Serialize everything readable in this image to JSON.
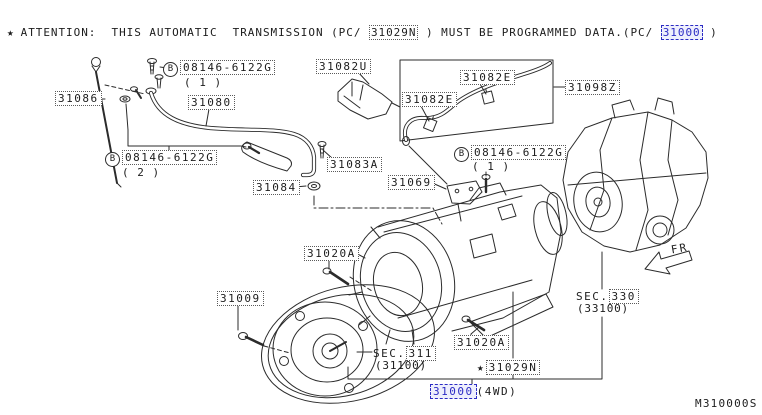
{
  "attention": {
    "star": "★",
    "text_before": "ATTENTION:  THIS AUTOMATIC  TRANSMISSION (PC/ ",
    "part_link_1": "31029N",
    "text_middle": " ) MUST BE PROGRAMMED DATA.(PC/ ",
    "part_link_2": "31000",
    "text_after": " )"
  },
  "parts": {
    "oil_level_gauge": "31086",
    "bolt_b": {
      "badge": "B",
      "number": "08146-6122G",
      "qty_1": "( 1 )",
      "qty_2": "( 2 )"
    },
    "filler_tube": "31080",
    "grommet": "31084",
    "tube_bolt": "31083A",
    "hose_bracket": "31082U",
    "hose_clamp": "31082E",
    "hose_assembly": "31098Z",
    "bracket": "31069",
    "case_bolt": "31020A",
    "converter_bolt": "31009",
    "sec_transmission": {
      "prefix": "SEC.",
      "number": "311",
      "sub": "(31100)"
    },
    "sec_transfer": {
      "prefix": "SEC.",
      "number": "330",
      "sub": "(33100)"
    },
    "at_assy_star": "★",
    "at_assy": "31029N",
    "assy_4wd": "31000",
    "assy_4wd_suffix": "(4WD)"
  },
  "annotations": {
    "fr": "FR",
    "diagram_code": "M310000S"
  },
  "colors": {
    "line": "#2b2b2b",
    "text": "#1c1c1c",
    "link_border": "#5a5a5a",
    "highlight": "#2b2bc4"
  }
}
